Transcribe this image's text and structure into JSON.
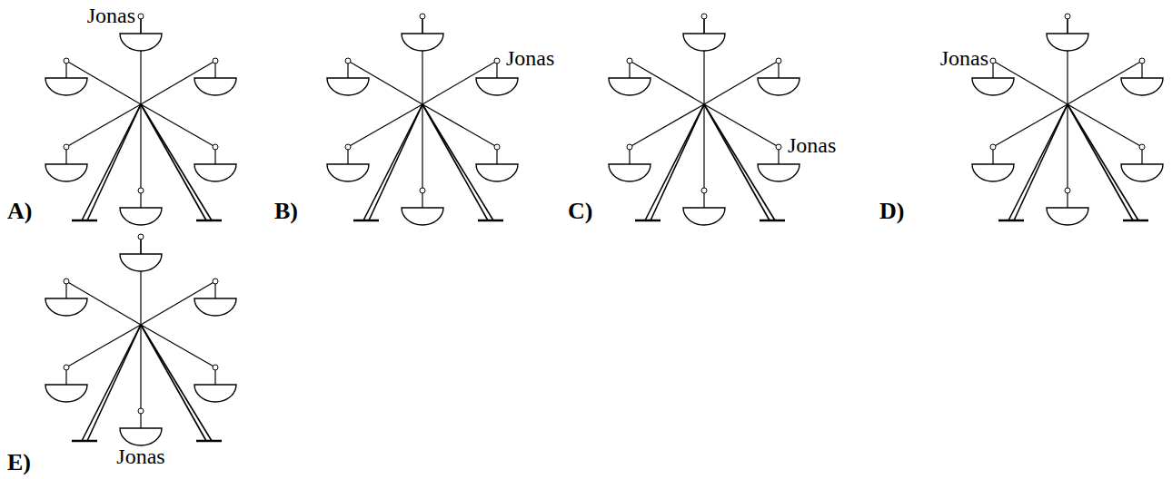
{
  "diagram": {
    "labels": [
      "A)",
      "Jonas",
      "B)",
      "Jonas",
      "C)",
      "Jonas",
      "D)",
      "Jonas",
      "E)",
      "Jonas"
    ]
  }
}
